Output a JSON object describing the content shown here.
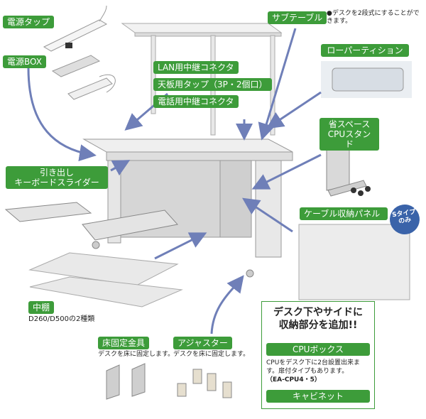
{
  "labels": {
    "power_tap": "電源タップ",
    "power_box": "電源BOX",
    "lan_connector": "LAN用中継コネクタ",
    "top_tap": "天板用タップ（3P・2個口）",
    "phone_connector": "電話用中継コネクタ",
    "sub_table": "サブテーブル",
    "sub_table_note": "●デスクを2段式にすることができます。",
    "low_partition": "ローパーティション",
    "cpu_stand": "省スペース\nCPUスタンド",
    "keyboard_slider": "引き出し\nキーボードスライダー",
    "cable_panel": "ケーブル収納パネル",
    "s_type_badge": "Sタイプのみ",
    "middle_shelf": "中棚",
    "middle_shelf_note": "D260/D500の2種類",
    "floor_bracket": "床固定金具",
    "floor_bracket_note": "デスクを床に固定します。",
    "adjuster": "アジャスター",
    "adjuster_note": "デスクを床に固定します。"
  },
  "panel": {
    "heading": "デスク下やサイドに\n収納部分を追加!!",
    "cpu_box": "CPUボックス",
    "cpu_box_note": "CPUをデスク下に2台設置出来ます。扉付タイプもあります。",
    "cpu_box_model": "（EA-CPU4・5）",
    "cabinet": "キャビネット"
  },
  "colors": {
    "label_green": "#3d9c3a",
    "arrow_blue": "#6f7fb8",
    "badge_blue": "#3a63a9",
    "desk_gray": "#e6e6e6"
  }
}
